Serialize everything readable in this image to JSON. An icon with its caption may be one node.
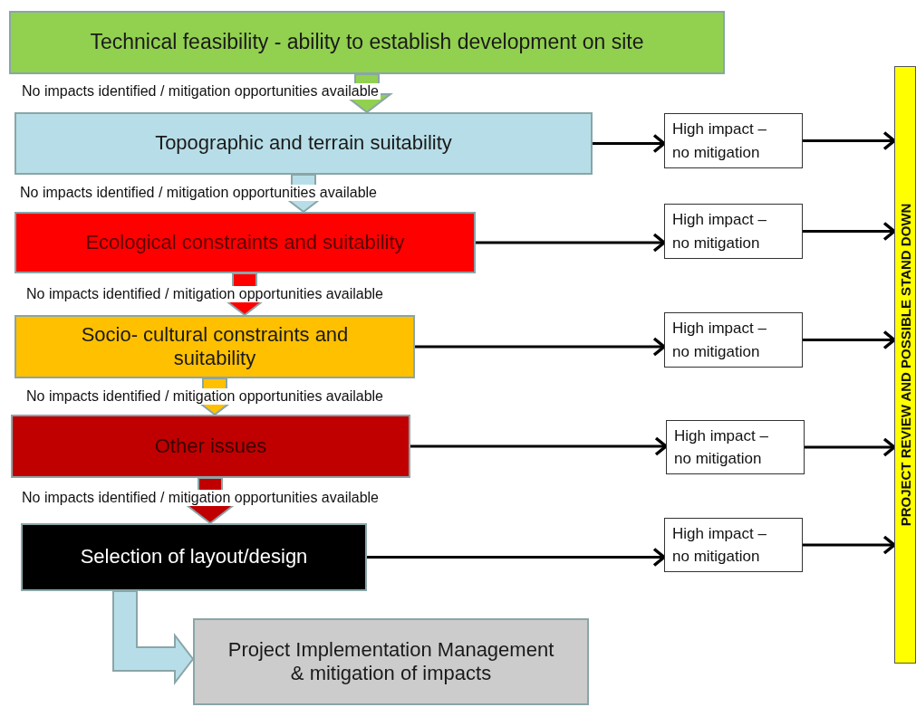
{
  "diagram": {
    "nodes": [
      {
        "text": [
          "Technical feasibility - ability to establish development on site"
        ]
      },
      {
        "text": [
          "Topographic and terrain suitability"
        ]
      },
      {
        "text": [
          "Ecological constraints and suitability"
        ]
      },
      {
        "text": [
          "Socio- cultural constraints and suitability"
        ]
      },
      {
        "text": [
          "Other issues"
        ]
      },
      {
        "text": [
          "Selection of layout/design"
        ]
      },
      {
        "text": [
          "Project Implementation Management & mitigation of impacts"
        ]
      },
      {
        "text": [
          "High impact – no mitigation"
        ]
      },
      {
        "text": [
          "High impact – no mitigation"
        ]
      },
      {
        "text": [
          "High impact – no mitigation"
        ]
      },
      {
        "text": [
          "High impact – no mitigation"
        ]
      },
      {
        "text": [
          "High impact – no mitigation"
        ]
      },
      {
        "text": [
          "PROJECT REVIEW AND POSSIBLE STAND DOWN"
        ]
      }
    ],
    "edges": [
      {
        "from": 0,
        "to": 1,
        "arrow": "to",
        "label": "No impacts identified / mitigation opportunities available",
        "style": "thick",
        "color": "#92d050"
      },
      {
        "from": 1,
        "to": 2,
        "arrow": "to",
        "label": "No impacts identified / mitigation opportunities available",
        "style": "thick",
        "color": "#b7dee8"
      },
      {
        "from": 2,
        "to": 3,
        "arrow": "to",
        "label": "No impacts identified / mitigation opportunities available",
        "style": "thick",
        "color": "#ff0000"
      },
      {
        "from": 3,
        "to": 4,
        "arrow": "to",
        "label": "No impacts identified / mitigation opportunities available",
        "style": "thick",
        "color": "#ffc000"
      },
      {
        "from": 4,
        "to": 5,
        "arrow": "to",
        "label": "No impacts identified / mitigation opportunities available",
        "style": "thick",
        "color": "#c00000"
      },
      {
        "from": 5,
        "to": 6,
        "arrow": "to",
        "style": "thick",
        "color": "#b7dee8"
      },
      {
        "from": 1,
        "to": 7,
        "arrow": "to"
      },
      {
        "from": 2,
        "to": 8,
        "arrow": "to"
      },
      {
        "from": 3,
        "to": 9,
        "arrow": "to"
      },
      {
        "from": 4,
        "to": 10,
        "arrow": "to"
      },
      {
        "from": 5,
        "to": 11,
        "arrow": "to"
      },
      {
        "from": 7,
        "to": 12,
        "arrow": "to"
      },
      {
        "from": 8,
        "to": 12,
        "arrow": "to"
      },
      {
        "from": 9,
        "to": 12,
        "arrow": "to"
      },
      {
        "from": 10,
        "to": 12,
        "arrow": "to"
      },
      {
        "from": 11,
        "to": 12,
        "arrow": "to"
      }
    ]
  }
}
